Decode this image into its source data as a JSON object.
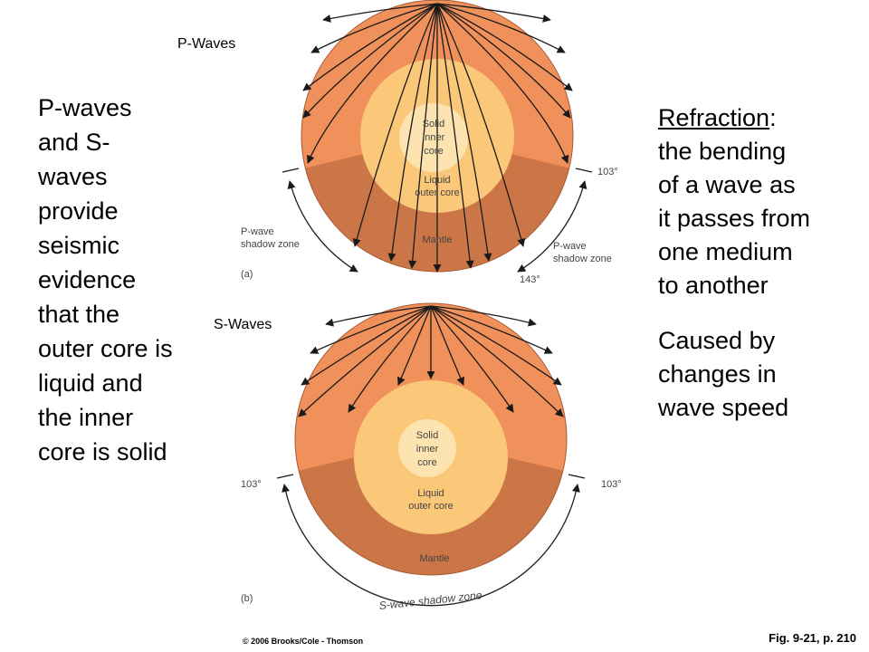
{
  "left_text": [
    "P-waves",
    "and S-",
    "waves",
    "provide",
    "seismic",
    "evidence",
    "that the",
    "outer core is",
    "liquid and",
    "the inner",
    "core is solid"
  ],
  "right_text": {
    "heading": "Refraction",
    "heading_suffix": ":",
    "definition": [
      "the bending",
      "of a wave as",
      "it passes from",
      "one medium",
      "to another"
    ],
    "cause": [
      "Caused by",
      "changes in",
      "wave speed"
    ]
  },
  "diagram_a": {
    "title": "P-Waves",
    "panel_label": "(a)",
    "inner_core": [
      "Solid",
      "inner",
      "core"
    ],
    "outer_core": [
      "Liquid",
      "outer core"
    ],
    "mantle": "Mantle",
    "left_shadow": [
      "P-wave",
      "shadow zone"
    ],
    "right_shadow": [
      "P-wave",
      "shadow zone"
    ],
    "angle_top": "103°",
    "angle_bottom": "143°"
  },
  "diagram_b": {
    "title": "S-Waves",
    "panel_label": "(b)",
    "inner_core": [
      "Solid",
      "inner",
      "core"
    ],
    "outer_core": [
      "Liquid",
      "outer core"
    ],
    "mantle": "Mantle",
    "shadow": "S-wave shadow zone",
    "angle_left": "103°",
    "angle_right": "103°"
  },
  "figure_caption": "Fig. 9-21, p. 210",
  "copyright": "© 2006 Brooks/Cole - Thomson",
  "colors": {
    "crust_light": "#f0905a",
    "mantle_dark": "#cc7648",
    "outer_core": "#fbc87a",
    "inner_core": "#fde3b0",
    "ray": "#1a1a1a"
  }
}
